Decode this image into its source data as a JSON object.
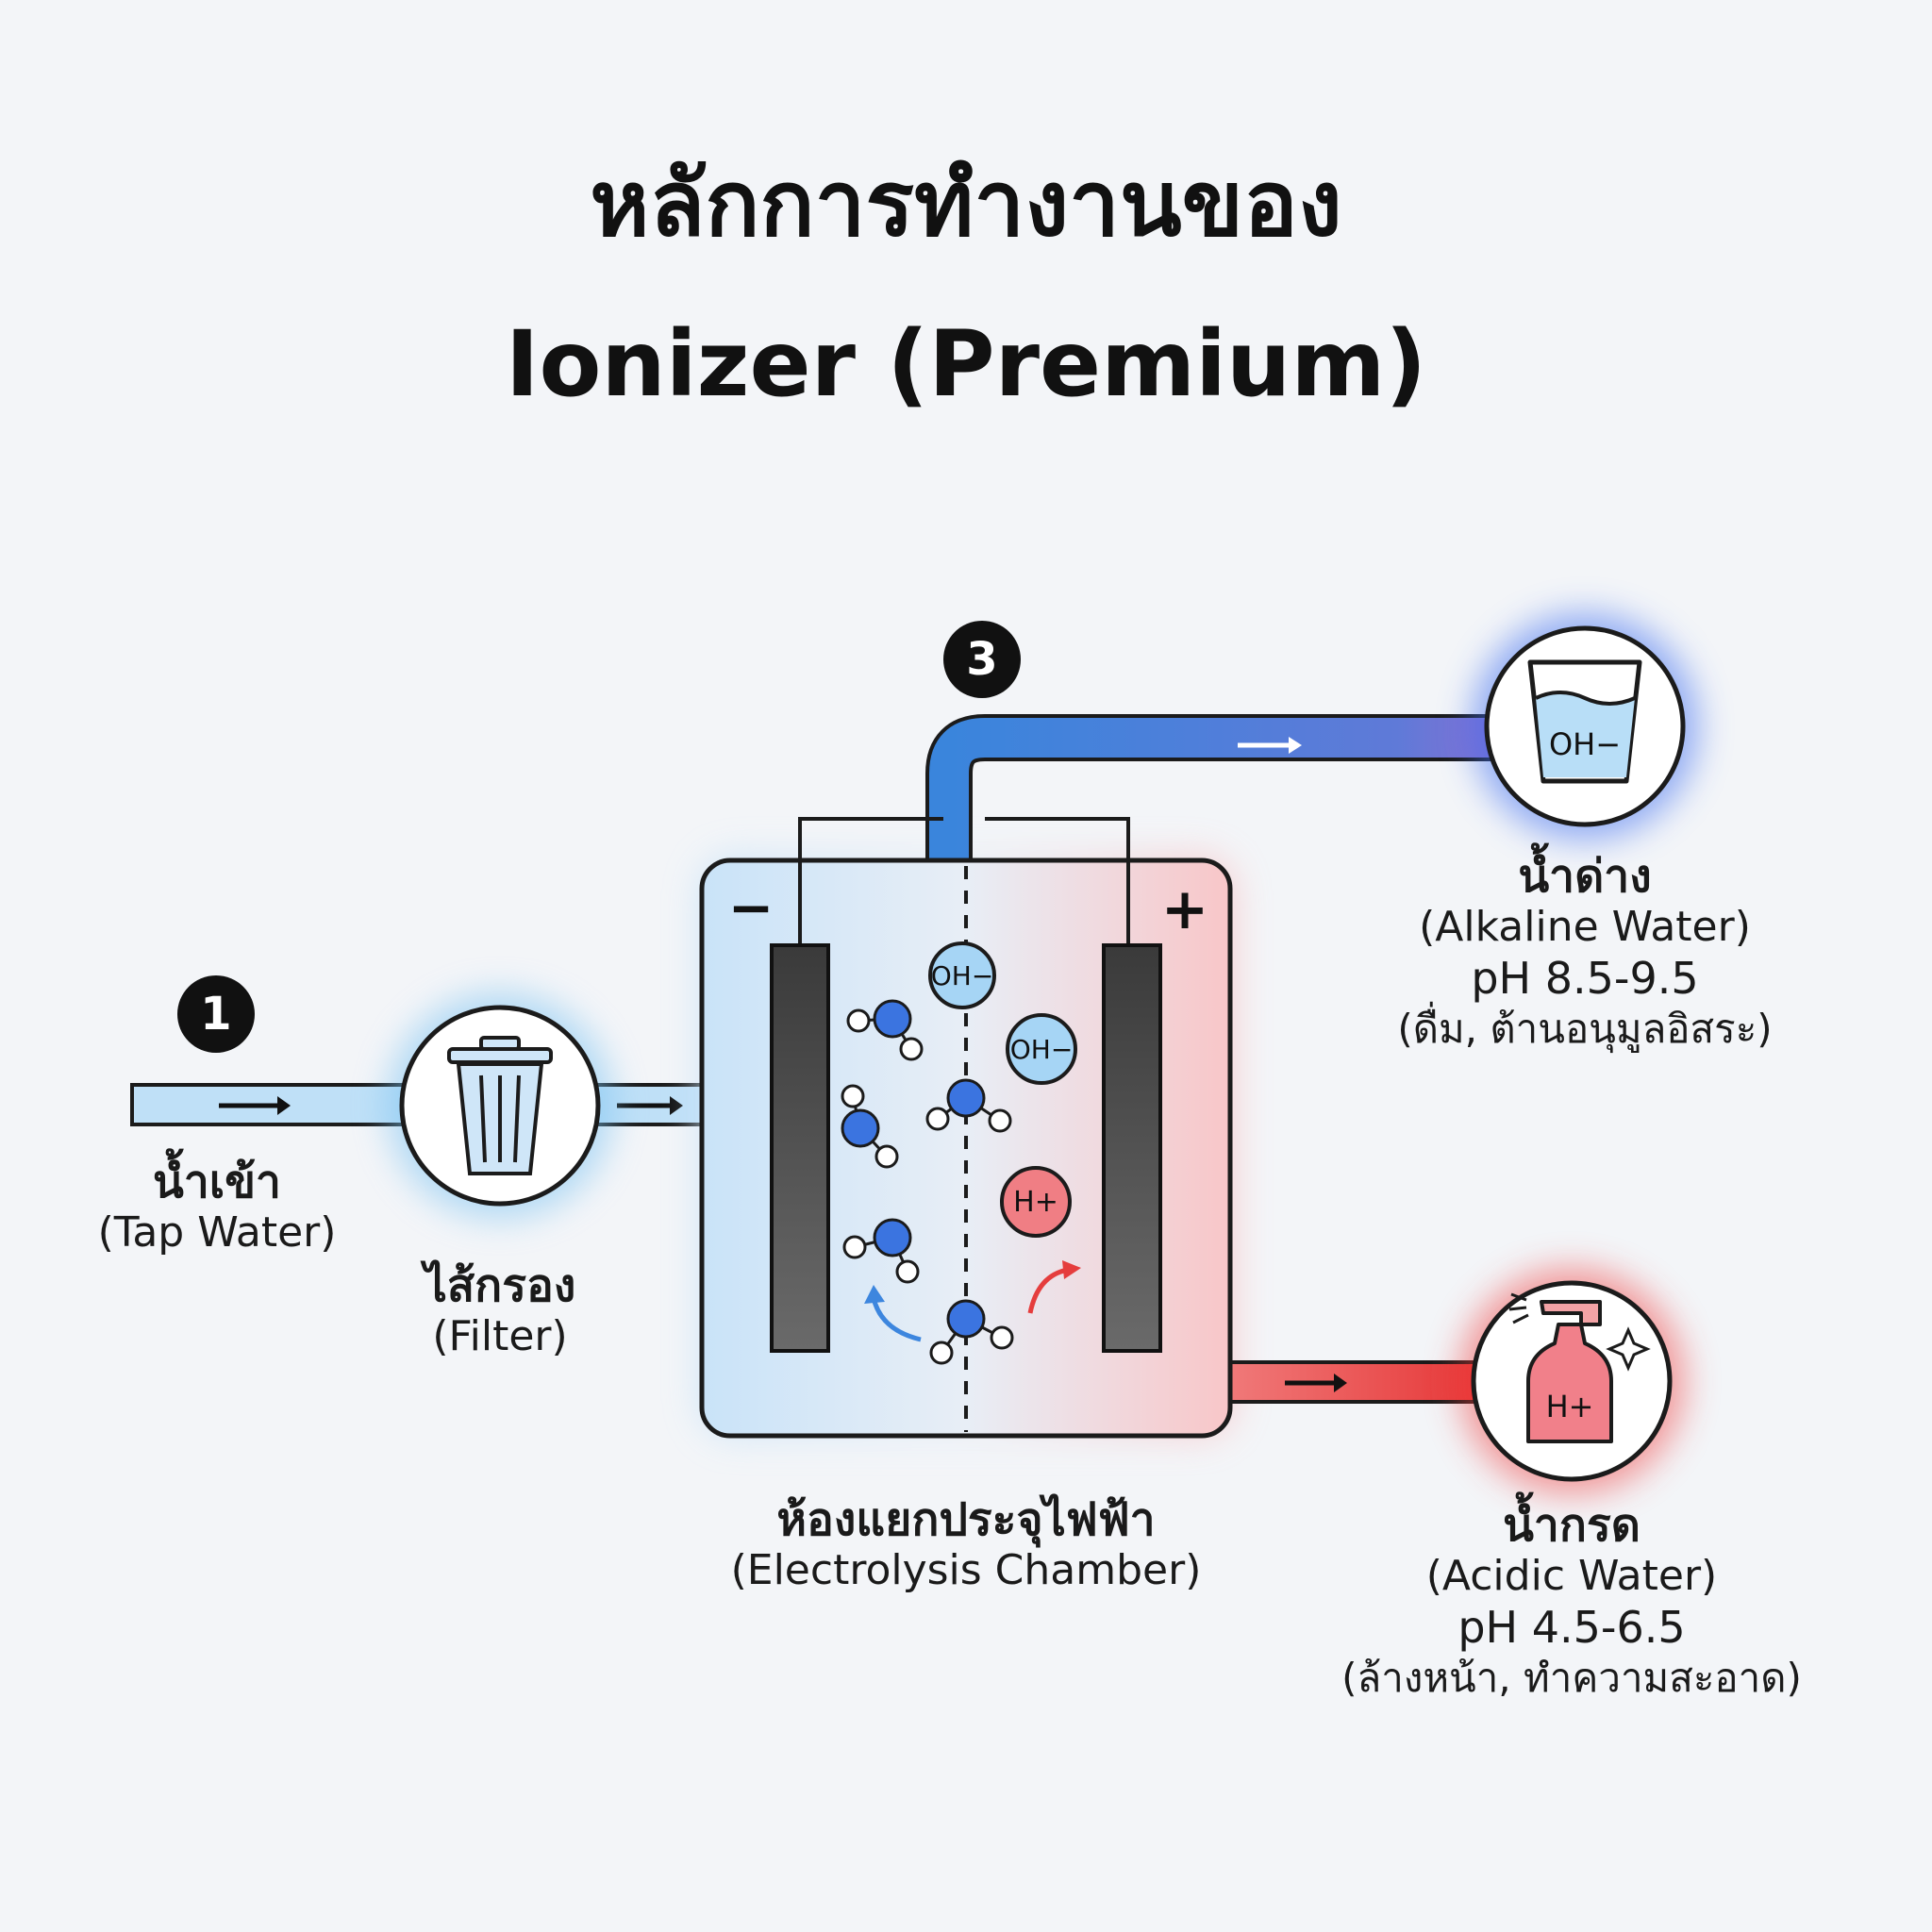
{
  "title": {
    "line1": "หลักการทำงานของ",
    "line2": "Ionizer (Premium)"
  },
  "steps": {
    "step1": "1",
    "step3": "3"
  },
  "tap_water": {
    "thai": "น้ำเข้า",
    "english": "(Tap Water)"
  },
  "filter": {
    "thai": "ไส้กรอง",
    "english": "(Filter)"
  },
  "chamber": {
    "thai": "ห้องแยกประจุไฟฟ้า",
    "english": "(Electrolysis Chamber)",
    "minus_sign": "−",
    "plus_sign": "+",
    "ion_oh_1": "OH−",
    "ion_oh_2": "OH−",
    "ion_h": "H+"
  },
  "alkaline": {
    "thai": "น้ำด่าง",
    "english": "(Alkaline Water)",
    "ph": "pH 8.5-9.5",
    "use": "(ดื่ม, ต้านอนุมูลอิสระ)",
    "icon_ion": "OH−"
  },
  "acidic": {
    "thai": "น้ำกรด",
    "english": "(Acidic Water)",
    "ph": "pH 4.5-6.5",
    "use": "(ล้างหน้า, ทำความสะอาด)",
    "icon_ion": "H+"
  },
  "icons": {
    "filter": "trash-bin-icon",
    "alkaline": "water-glass-icon",
    "acidic": "spray-bottle-icon"
  },
  "colors": {
    "alkaline_blue": "#3d86de",
    "acidic_red": "#e53d3d",
    "chamber_blue": "#cfe6f8",
    "chamber_red": "#f8cfcf",
    "electrode": "#4a4a4a"
  }
}
